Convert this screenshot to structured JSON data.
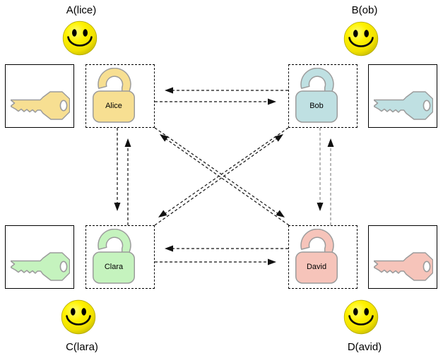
{
  "colors": {
    "background": "#FFFFFF",
    "arrow_primary": "#111111",
    "arrow_secondary": "#8A8A8A",
    "shape_outline": "#9C9C9C",
    "smiley_yellow": "#FFF200"
  },
  "actors": {
    "alice": {
      "label": "A(lice)",
      "lock_label": "Alice",
      "color": "#F7DF92"
    },
    "bob": {
      "label": "B(ob)",
      "lock_label": "Bob",
      "color": "#BFE0E2"
    },
    "clara": {
      "label": "C(lara)",
      "lock_label": "Clara",
      "color": "#C5F3BE"
    },
    "david": {
      "label": "D(avid)",
      "lock_label": "David",
      "color": "#F6C4BA"
    }
  },
  "connections": [
    {
      "from": "Bob",
      "to": "Alice",
      "style": "dashed-arrow",
      "color": "black"
    },
    {
      "from": "Alice",
      "to": "Bob",
      "style": "dashed-arrow",
      "color": "black"
    },
    {
      "from": "Alice",
      "to": "Clara",
      "style": "dashed-arrow",
      "color": "black"
    },
    {
      "from": "Clara",
      "to": "Alice",
      "style": "dashed-arrow",
      "color": "black"
    },
    {
      "from": "Bob",
      "to": "David",
      "style": "dashed-arrow",
      "color": "gray"
    },
    {
      "from": "David",
      "to": "Bob",
      "style": "dashed-arrow",
      "color": "gray"
    },
    {
      "from": "Alice",
      "to": "David",
      "style": "dashed-arrow",
      "color": "black"
    },
    {
      "from": "David",
      "to": "Alice",
      "style": "dashed-arrow",
      "color": "black"
    },
    {
      "from": "Bob",
      "to": "Clara",
      "style": "dashed-arrow",
      "color": "black"
    },
    {
      "from": "Clara",
      "to": "Bob",
      "style": "dashed-arrow",
      "color": "black"
    },
    {
      "from": "David",
      "to": "Clara",
      "style": "dashed-arrow",
      "color": "black"
    },
    {
      "from": "Clara",
      "to": "David",
      "style": "dashed-arrow",
      "color": "black"
    }
  ]
}
